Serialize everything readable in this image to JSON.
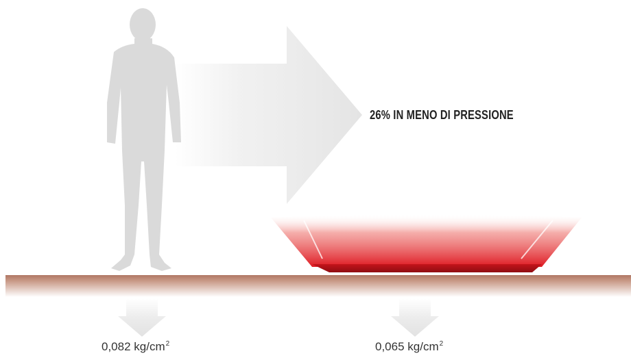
{
  "headline": "26% IN MENO DI PRESSIONE",
  "pressures": [
    {
      "value": "0,082 kg/cm",
      "sup": "2"
    },
    {
      "value": "0,065 kg/cm",
      "sup": "2"
    }
  ],
  "colors": {
    "ground": "#b8826e",
    "silhouette": "#dcdcdc",
    "arrow": "#e6e6e6",
    "mattress_red": "#d8131c"
  }
}
